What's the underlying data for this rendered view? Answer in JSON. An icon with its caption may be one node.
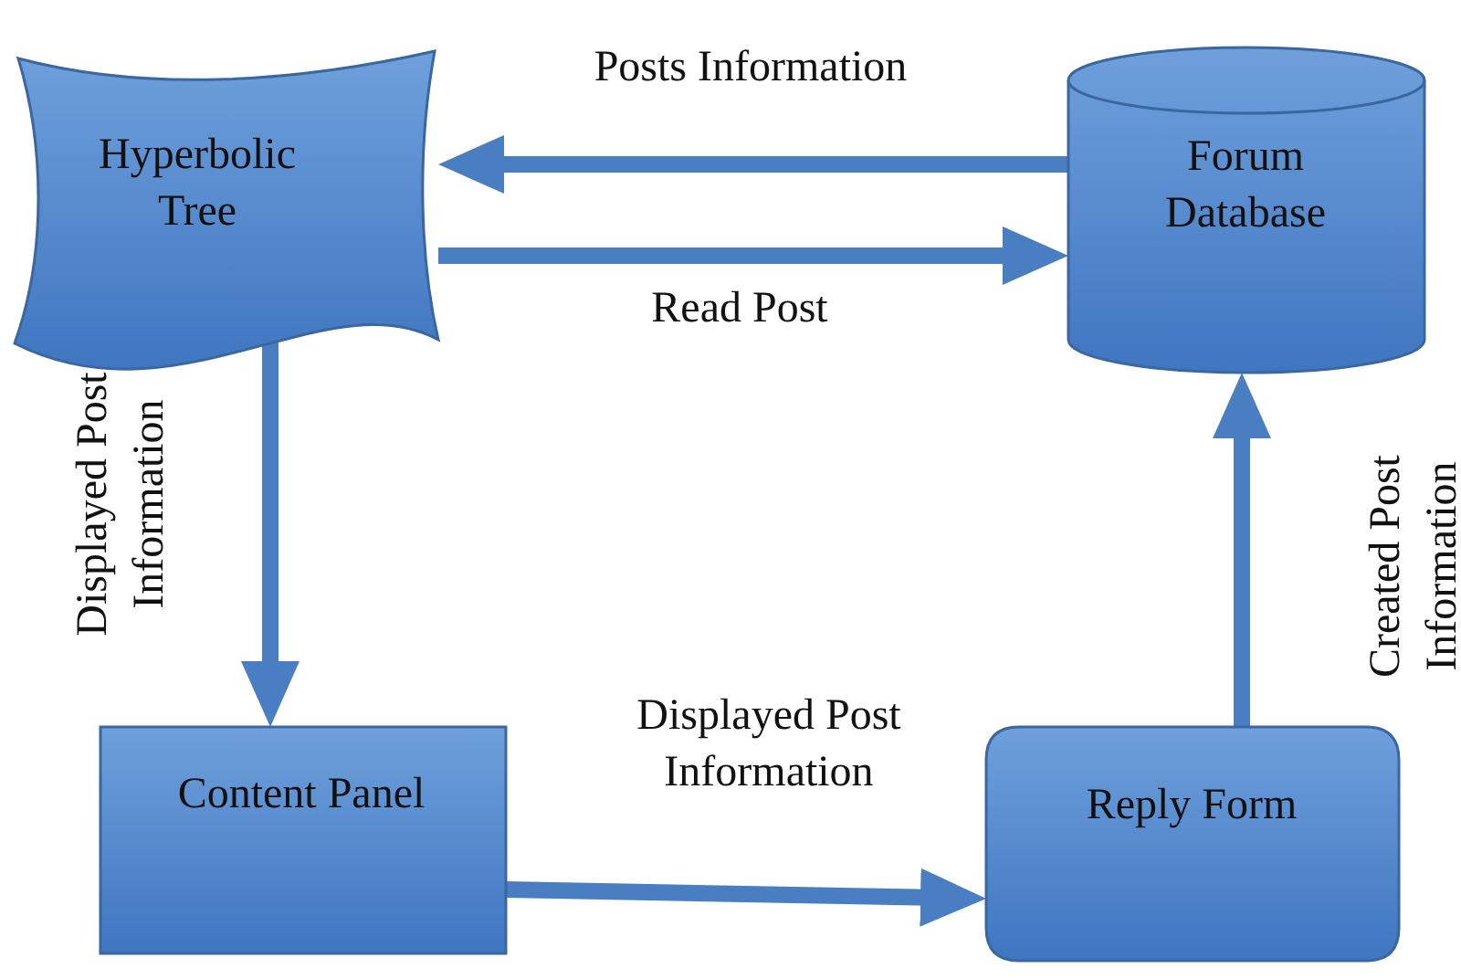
{
  "diagram": {
    "nodes": [
      {
        "text": [
          "Hyperbolic Tree"
        ]
      },
      {
        "text": [
          "Forum Database"
        ]
      },
      {
        "text": [
          "Content Panel"
        ]
      },
      {
        "text": [
          "Reply Form"
        ]
      }
    ],
    "edges": [
      {
        "from": 1,
        "to": 0,
        "arrow": "to",
        "label": "Posts Information"
      },
      {
        "from": 0,
        "to": 1,
        "arrow": "to",
        "label": "Read Post"
      },
      {
        "from": 0,
        "to": 2,
        "arrow": "to",
        "label": "Displayed Post Information"
      },
      {
        "from": 2,
        "to": 3,
        "arrow": "to",
        "label": "Displayed Post Information"
      },
      {
        "from": 3,
        "to": 1,
        "arrow": "to",
        "label": "Created Post Information"
      }
    ]
  }
}
